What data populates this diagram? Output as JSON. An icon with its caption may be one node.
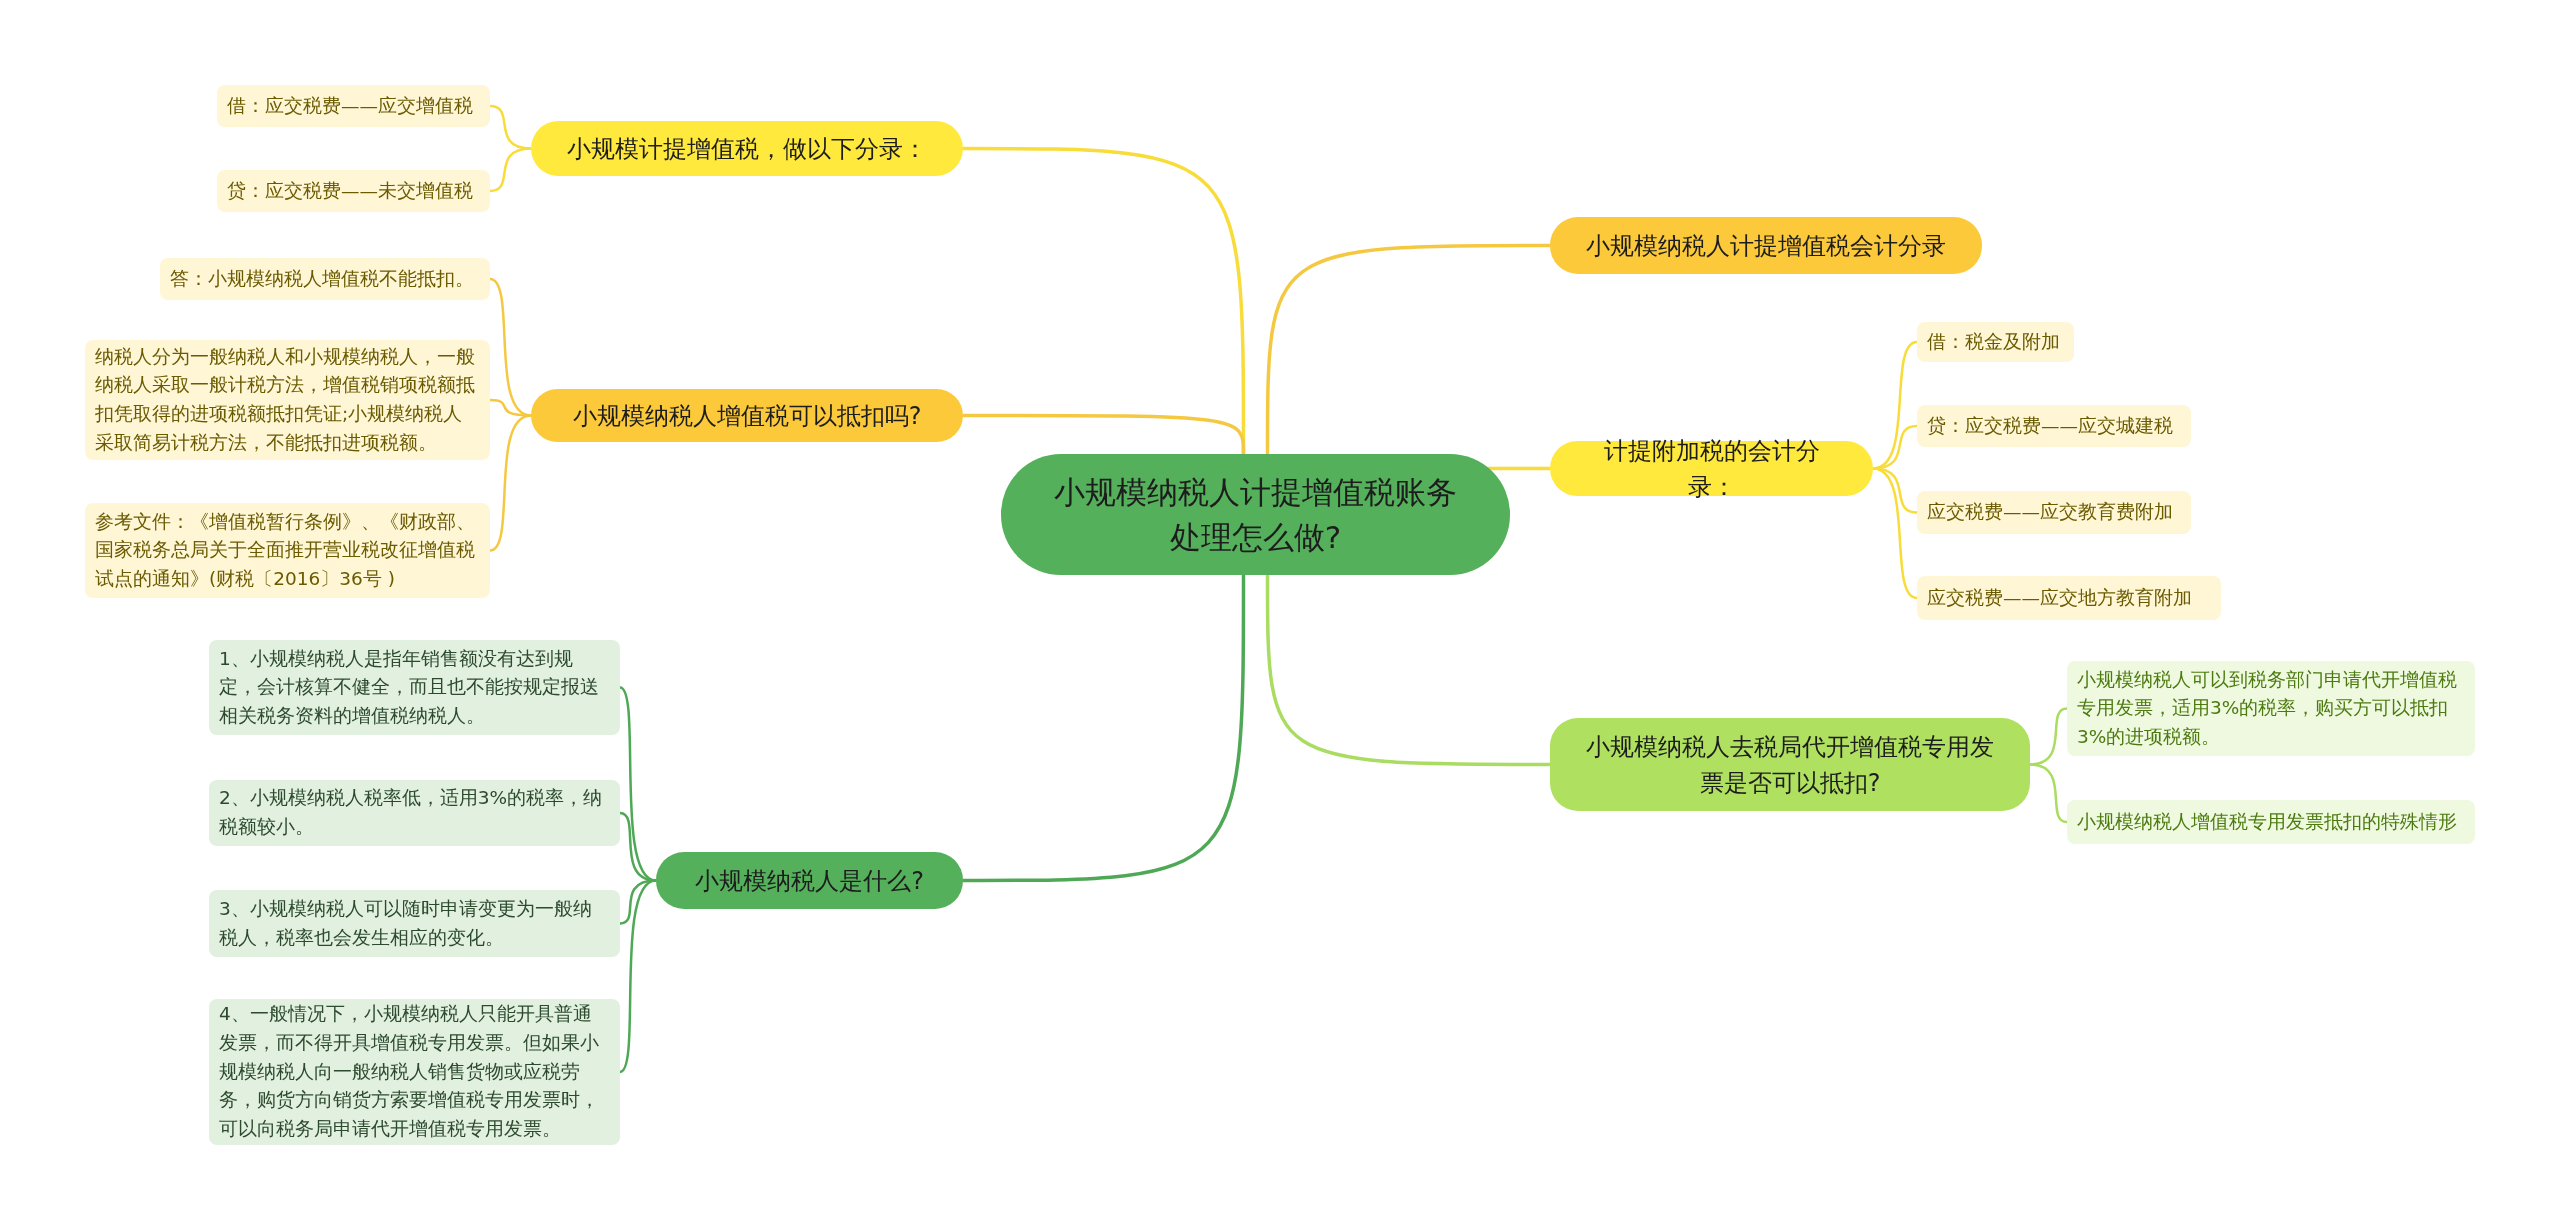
{
  "diagram": {
    "nodes": [
      {
        "text": [
          "小规模纳税人计提增值税账务处理怎么做?"
        ]
      },
      {
        "text": [
          "小规模计提增值税，做以下分录："
        ]
      },
      {
        "text": [
          "借：应交税费——应交增值税"
        ]
      },
      {
        "text": [
          "贷：应交税费——未交增值税"
        ]
      },
      {
        "text": [
          "小规模纳税人增值税可以抵扣吗?"
        ]
      },
      {
        "text": [
          "答：小规模纳税人增值税不能抵扣。"
        ]
      },
      {
        "text": [
          "纳税人分为一般纳税人和小规模纳税人，一般纳税人采取一般计税方法，增值税销项税额抵扣凭取得的进项税额抵扣凭证;小规模纳税人采取简易计税方法，不能抵扣进项税额。"
        ]
      },
      {
        "text": [
          "参考文件：《增值税暂行条例》、《财政部、国家税务总局关于全面推开营业税改征增值税试点的通知》(财税〔2016〕36号 )"
        ]
      },
      {
        "text": [
          "小规模纳税人是什么?"
        ]
      },
      {
        "text": [
          "1、小规模纳税人是指年销售额没有达到规定，会计核算不健全，而且也不能按规定报送相关税务资料的增值税纳税人。"
        ]
      },
      {
        "text": [
          "2、小规模纳税人税率低，适用3%的税率，纳税额较小。"
        ]
      },
      {
        "text": [
          "3、小规模纳税人可以随时申请变更为一般纳税人，税率也会发生相应的变化。"
        ]
      },
      {
        "text": [
          "4、一般情况下，小规模纳税人只能开具普通发票，而不得开具增值税专用发票。但如果小规模纳税人向一般纳税人销售货物或应税劳务，购货方向销货方索要增值税专用发票时，可以向税务局申请代开增值税专用发票。"
        ]
      },
      {
        "text": [
          "小规模纳税人计提增值税会计分录"
        ]
      },
      {
        "text": [
          "计提附加税的会计分录："
        ]
      },
      {
        "text": [
          "借：税金及附加"
        ]
      },
      {
        "text": [
          "贷：应交税费——应交城建税"
        ]
      },
      {
        "text": [
          "应交税费——应交教育费附加"
        ]
      },
      {
        "text": [
          "应交税费——应交地方教育附加"
        ]
      },
      {
        "text": [
          "小规模纳税人去税局代开增值税专用发票是否可以抵扣?"
        ]
      },
      {
        "text": [
          "小规模纳税人可以到税务部门申请代开增值税专用发票，适用3%的税率，购买方可以抵扣3%的进项税额。"
        ]
      },
      {
        "text": [
          "小规模纳税人增值税专用发票抵扣的特殊情形"
        ]
      }
    ],
    "edges": [
      {
        "from": 0,
        "to": 1,
        "arrow": "none",
        "color": "#f7dc3a"
      },
      {
        "from": 1,
        "to": 2,
        "arrow": "none",
        "color": "#f7dc3a"
      },
      {
        "from": 1,
        "to": 3,
        "arrow": "none",
        "color": "#f7dc3a"
      },
      {
        "from": 0,
        "to": 4,
        "arrow": "none",
        "color": "#f5c842"
      },
      {
        "from": 4,
        "to": 5,
        "arrow": "none",
        "color": "#f5c842"
      },
      {
        "from": 4,
        "to": 6,
        "arrow": "none",
        "color": "#f5c842"
      },
      {
        "from": 4,
        "to": 7,
        "arrow": "none",
        "color": "#f5c842"
      },
      {
        "from": 0,
        "to": 8,
        "arrow": "none",
        "color": "#4fa856"
      },
      {
        "from": 8,
        "to": 9,
        "arrow": "none",
        "color": "#4fa856"
      },
      {
        "from": 8,
        "to": 10,
        "arrow": "none",
        "color": "#4fa856"
      },
      {
        "from": 8,
        "to": 11,
        "arrow": "none",
        "color": "#4fa856"
      },
      {
        "from": 8,
        "to": 12,
        "arrow": "none",
        "color": "#4fa856"
      },
      {
        "from": 0,
        "to": 13,
        "arrow": "none",
        "color": "#f5c842"
      },
      {
        "from": 0,
        "to": 14,
        "arrow": "none",
        "color": "#f7dc3a"
      },
      {
        "from": 14,
        "to": 15,
        "arrow": "none",
        "color": "#f7dc3a"
      },
      {
        "from": 14,
        "to": 16,
        "arrow": "none",
        "color": "#f7dc3a"
      },
      {
        "from": 14,
        "to": 17,
        "arrow": "none",
        "color": "#f7dc3a"
      },
      {
        "from": 14,
        "to": 18,
        "arrow": "none",
        "color": "#f7dc3a"
      },
      {
        "from": 0,
        "to": 19,
        "arrow": "none",
        "color": "#a9dc60"
      },
      {
        "from": 19,
        "to": 20,
        "arrow": "none",
        "color": "#a9dc60"
      },
      {
        "from": 19,
        "to": 21,
        "arrow": "none",
        "color": "#a9dc60"
      }
    ]
  }
}
